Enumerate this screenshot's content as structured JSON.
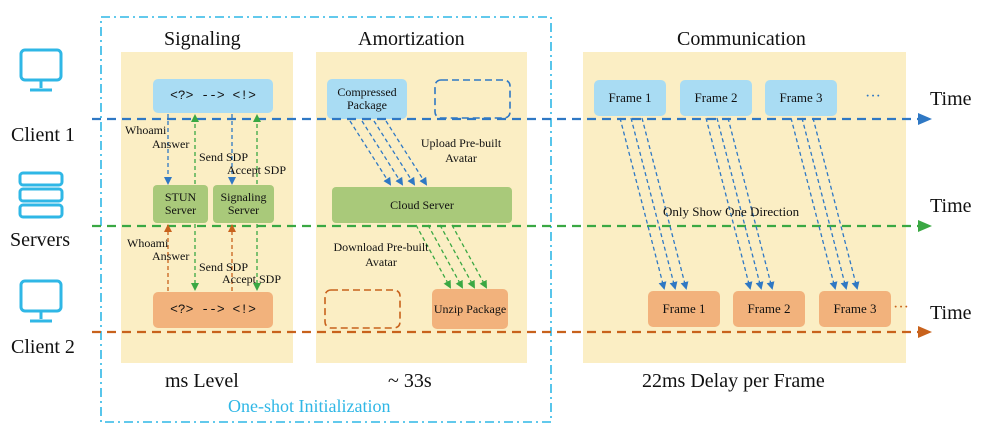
{
  "sections": {
    "signaling": "Signaling",
    "amortization": "Amortization",
    "communication": "Communication"
  },
  "footer": {
    "signaling_caption": "ms Level",
    "amortization_caption": "~ 33s",
    "communication_caption": "22ms Delay per Frame",
    "initialization": "One-shot Initialization"
  },
  "entities": {
    "client1": "Client 1",
    "servers": "Servers",
    "client2": "Client 2"
  },
  "timelines": {
    "label": "Time"
  },
  "signaling": {
    "client1_code": "<?> --> <!>",
    "client2_code": "<?> --> <!>",
    "stun_server": "STUN Server",
    "signaling_server": "Signaling Server",
    "whoami": "Whoami",
    "answer": "Answer",
    "send_sdp": "Send SDP",
    "accept_sdp": "Accept SDP"
  },
  "amortization": {
    "compressed_package": "Compressed Package",
    "upload": "Upload Pre-built Avatar",
    "cloud_server": "Cloud Server",
    "download": "Download Pre-built Avatar",
    "unzip_package": "Unzip Package"
  },
  "communication": {
    "top_frames": [
      "Frame 1",
      "Frame 2",
      "Frame 3"
    ],
    "bottom_frames": [
      "Frame 1",
      "Frame 2",
      "Frame 3"
    ],
    "ellipsis": "···",
    "note": "Only Show One Direction"
  },
  "colors": {
    "blue": "#2f78c4",
    "green": "#3aa843",
    "orange": "#c8621c",
    "cyan_icon": "#2fb7e6",
    "panel": "#fbeec4",
    "blue_box": "#a9dcf3",
    "green_box": "#a9c97a",
    "orange_box": "#f2b27c"
  }
}
